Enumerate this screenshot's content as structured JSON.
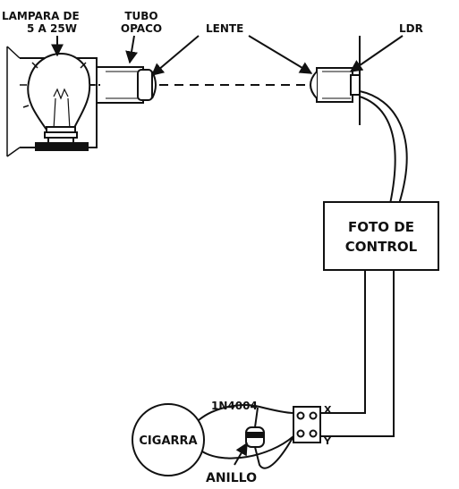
{
  "labels": {
    "lamp_line1": "LAMPARA DE",
    "lamp_line2": "5 A 25W",
    "tube_line1": "TUBO",
    "tube_line2": "OPACO",
    "lens": "LENTE",
    "ldr": "LDR",
    "box_line1": "FOTO DE",
    "box_line2": "CONTROL",
    "diode": "1N4004",
    "speaker": "CIGARRA",
    "ring": "ANILLO",
    "terminal_x": "X",
    "terminal_y": "Y"
  },
  "colors": {
    "ink": "#111111",
    "background": "#ffffff"
  }
}
